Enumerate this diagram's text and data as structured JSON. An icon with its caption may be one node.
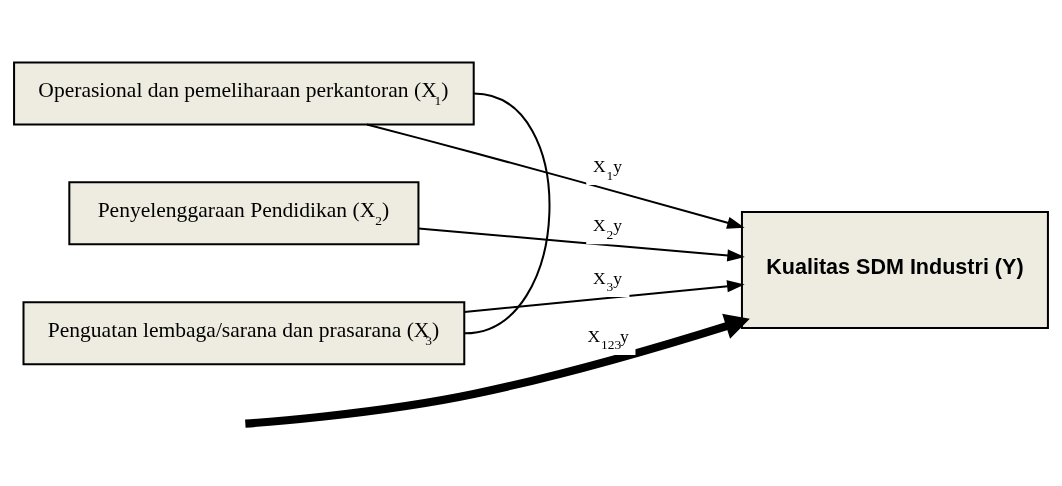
{
  "diagram": {
    "nodes": [
      {
        "text": [
          "Operasional dan pemeliharaan perkantoran (X$_{1}$)"
        ]
      },
      {
        "text": [
          "Penyelenggaraan Pendidikan (X$_{2}$)"
        ]
      },
      {
        "text": [
          "Penguatan lembaga/sarana dan prasarana (X$_{3}$)"
        ]
      },
      {
        "text": [
          "Kualitas SDM Industri (Y)"
        ]
      }
    ],
    "edges": [
      {
        "from": 0,
        "to": 3,
        "arrow": "to",
        "label": "X$_{1}$y"
      },
      {
        "from": null,
        "to": 3,
        "arrow": "to",
        "label": "X$_{123}$y",
        "style": "thick"
      },
      {
        "from": 1,
        "to": 3,
        "arrow": "to",
        "label": "X$_{2}$y"
      },
      {
        "from": 2,
        "to": 3,
        "arrow": "to",
        "label": "X$_{3}$y"
      },
      {
        "from": 0,
        "to": 2,
        "arrow": "none"
      }
    ]
  }
}
